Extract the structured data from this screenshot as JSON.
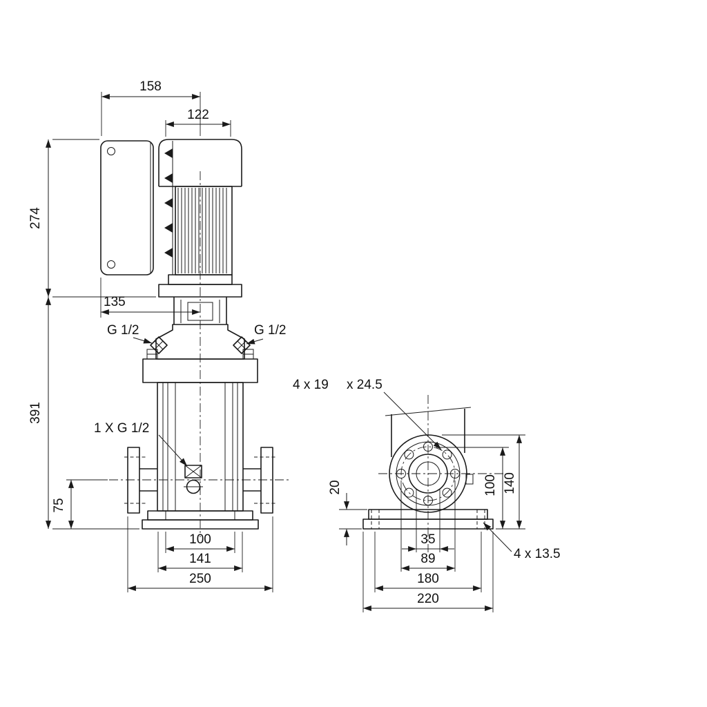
{
  "colors": {
    "background": "#ffffff",
    "line_color": "#1a1a1a"
  },
  "side_view": {
    "dim_top_width": "158",
    "dim_motor_width": "122",
    "dim_motor_height": "274",
    "dim_box_offset": "135",
    "dim_pump_height": "391",
    "dim_port_height": "75",
    "dim_base_span": "100",
    "dim_body_width": "141",
    "dim_overall_width": "250",
    "label_plug_left": "G 1/2",
    "label_plug_right": "G 1/2",
    "label_drain": "1 X G 1/2"
  },
  "front_view": {
    "label_flange_holes": "4 x 19",
    "label_flange_hole_depth": "x 24.5",
    "dim_base_height": "20",
    "dim_center_height": "100",
    "dim_flange_height": "140",
    "dim_bore_span": "35",
    "dim_hole_span": "89",
    "dim_anchor_spacing": "180",
    "dim_base_width": "220",
    "label_base_holes": "4 x 13.5"
  }
}
